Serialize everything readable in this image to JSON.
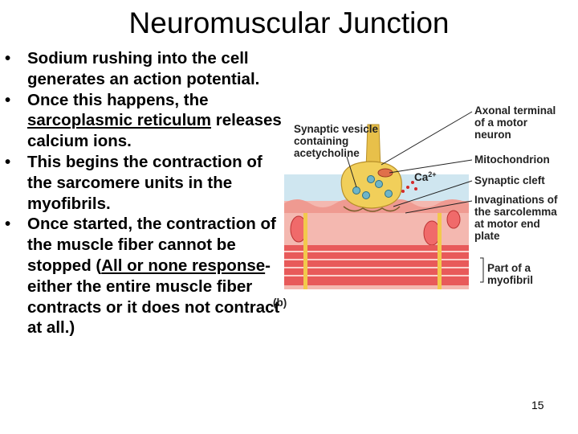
{
  "slide": {
    "title": "Neuromuscular Junction",
    "page_number": "15"
  },
  "bullets": [
    {
      "text": "Sodium rushing into the cell generates an action potential."
    },
    {
      "pre": "Once this happens, the ",
      "underlined": "sarcoplasmic reticulum",
      "post": " releases calcium ions."
    },
    {
      "text": "This begins the contraction of the sarcomere units in the myofibrils."
    },
    {
      "pre": "Once started, the contraction of the muscle fiber cannot be stopped (",
      "underlined": "All or none response",
      "post": "- either the entire muscle fiber contracts or it does not contract at all.)"
    }
  ],
  "figure": {
    "panel_label": "(b)",
    "labels": {
      "synaptic_vesicle": [
        "Synaptic vesicle",
        "containing",
        "acetycholine"
      ],
      "axonal_terminal": [
        "Axonal terminal",
        "of a motor",
        "neuron"
      ],
      "mitochondrion": "Mitochondrion",
      "synaptic_cleft": "Synaptic cleft",
      "ca": "Ca",
      "ca_sup": "2+",
      "invaginations": [
        "Invaginations of",
        "the sarcolemma",
        "at motor end",
        "plate"
      ],
      "myofibril": [
        "Part of a",
        "myofibril"
      ]
    }
  }
}
